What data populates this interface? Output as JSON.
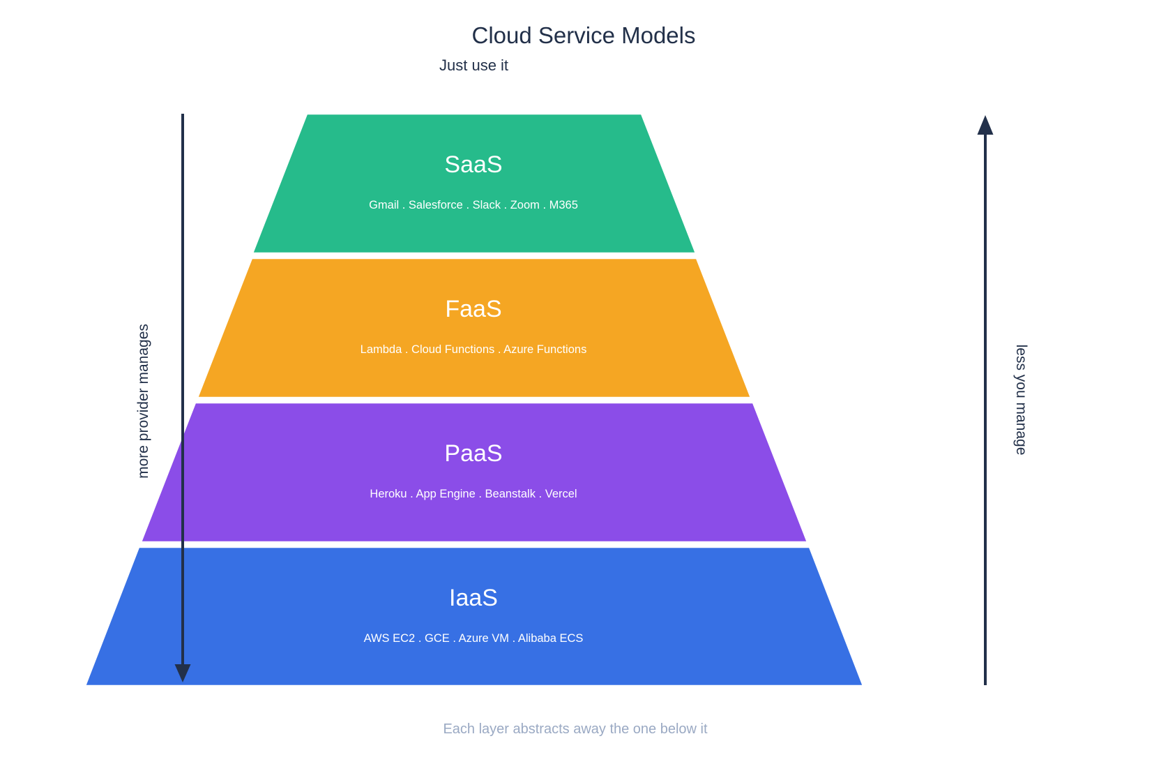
{
  "header": {
    "title": "Cloud Service Models",
    "subtitle": "Just use it"
  },
  "footer": {
    "caption": "Each layer abstracts away the one below it"
  },
  "axes": {
    "left": {
      "label": "more provider manages",
      "direction": "down"
    },
    "right": {
      "label": "less you manage",
      "direction": "up"
    }
  },
  "colors": {
    "heading_text": "#223049",
    "arrow": "#22304a",
    "layer_text": "#ffffff",
    "footer_text": "#9aa9c3",
    "background": "#ffffff"
  },
  "pyramid": {
    "layers": [
      {
        "name": "SaaS",
        "examples": "Gmail . Salesforce . Slack . Zoom . M365",
        "color": "#26bb8b"
      },
      {
        "name": "FaaS",
        "examples": "Lambda . Cloud Functions . Azure Functions",
        "color": "#f5a623"
      },
      {
        "name": "PaaS",
        "examples": "Heroku . App Engine . Beanstalk . Vercel",
        "color": "#8b4de8"
      },
      {
        "name": "IaaS",
        "examples": "AWS EC2 . GCE . Azure VM . Alibaba ECS",
        "color": "#3770e4"
      }
    ]
  }
}
